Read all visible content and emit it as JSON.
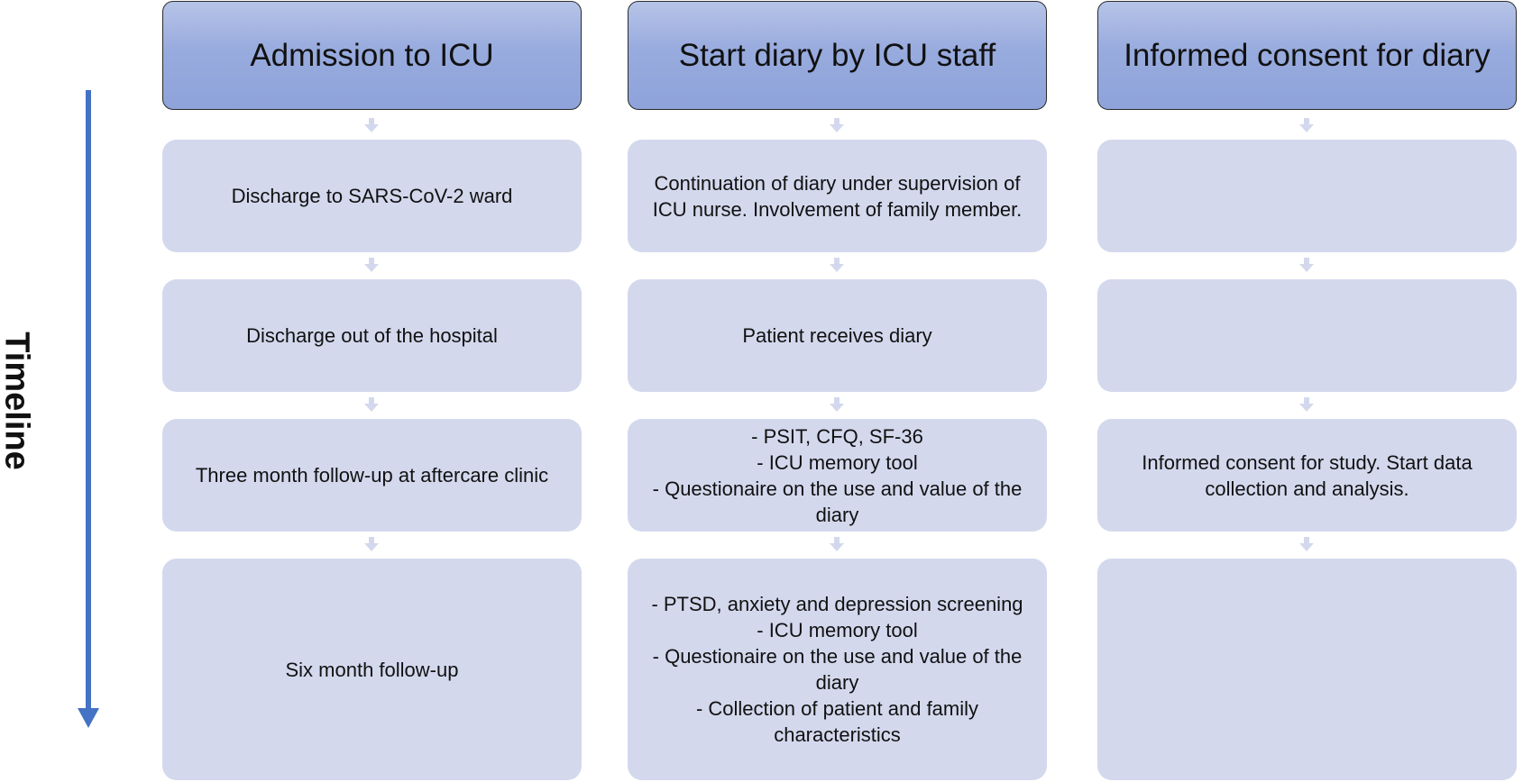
{
  "timeline": {
    "label": "Timeline"
  },
  "columns": [
    {
      "header": "Admission to ICU",
      "steps": [
        "Discharge to SARS-CoV-2 ward",
        "Discharge out of the hospital",
        "Three month follow-up at aftercare clinic",
        "Six month follow-up"
      ]
    },
    {
      "header": "Start diary by ICU staff",
      "steps": [
        "Continuation of diary under supervision of ICU nurse. Involvement of family member.",
        "Patient receives diary",
        "- PSIT, CFQ, SF-36\n- ICU memory tool\n- Questionaire on the use and value of the diary",
        "- PTSD, anxiety and depression screening\n- ICU memory tool\n- Questionaire on the use and value of the diary\n- Collection of patient and family characteristics"
      ]
    },
    {
      "header": "Informed consent for diary",
      "steps": [
        "",
        "",
        "Informed consent for study. Start data collection and analysis.",
        ""
      ]
    }
  ]
}
